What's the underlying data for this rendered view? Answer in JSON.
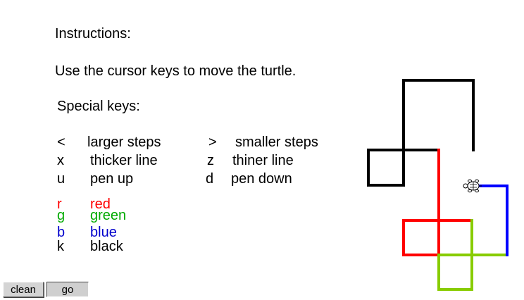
{
  "instructions": {
    "heading": "Instructions:",
    "cursor_text": "Use the cursor keys to move the turtle.",
    "special_heading": "Special keys:"
  },
  "keys": [
    {
      "key": "<",
      "desc": "larger steps"
    },
    {
      "key": ">",
      "desc": "smaller steps"
    },
    {
      "key": "x",
      "desc": "thicker line"
    },
    {
      "key": "z",
      "desc": "thiner line"
    },
    {
      "key": "u",
      "desc": "pen up"
    },
    {
      "key": "d",
      "desc": "pen down"
    }
  ],
  "colors": [
    {
      "key": "r",
      "desc": "red",
      "color": "#ff0000"
    },
    {
      "key": "g",
      "desc": "green",
      "color": "#00aa00"
    },
    {
      "key": "b",
      "desc": "blue",
      "color": "#0000cc"
    },
    {
      "key": "k",
      "desc": "black",
      "color": "#000000"
    }
  ],
  "buttons": {
    "clean": "clean",
    "go": "go"
  },
  "drawing": {
    "line_colors": {
      "black": "#000000",
      "red": "#ff0000",
      "green": "#88cc00",
      "blue": "#0000ff"
    },
    "turtle_icon": "turtle-icon"
  }
}
